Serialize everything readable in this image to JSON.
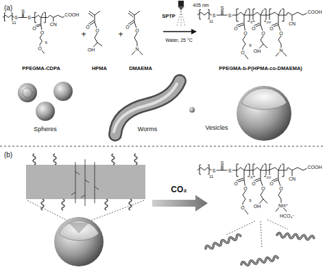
{
  "diagram": {
    "nodes": [
      {
        "text": [
          "Spheres"
        ]
      },
      {
        "text": [
          "Worms"
        ]
      },
      {
        "text": [
          "Vesicles"
        ]
      }
    ],
    "labels": [
      "(a)",
      "11",
      "S",
      "S",
      "S",
      "COOH",
      "CN",
      "O",
      "O",
      "9",
      "O",
      "PPEGMA-CDPA",
      "+",
      "O",
      "O",
      "OH",
      "HPMA",
      "+",
      "O",
      "O",
      "N",
      "DMAEMA",
      "SPTP",
      "405 nm",
      "Water, 25 °C",
      "11",
      "S",
      "S",
      "S",
      "O",
      "O",
      "9",
      "O",
      "b",
      "O",
      "O",
      "OH",
      "co",
      "O",
      "O",
      "N",
      "CN",
      "COOH",
      "PPEGMA-b-P(HPMA-co-DMAEMA)",
      "(b)",
      "CO₂",
      "11",
      "S",
      "S",
      "S",
      "O",
      "O",
      "9",
      "O",
      "b",
      "O",
      "O",
      "OH",
      "co",
      "O",
      "O",
      "NH⁺",
      "HCO₃⁻",
      "CN",
      "COOH"
    ]
  }
}
